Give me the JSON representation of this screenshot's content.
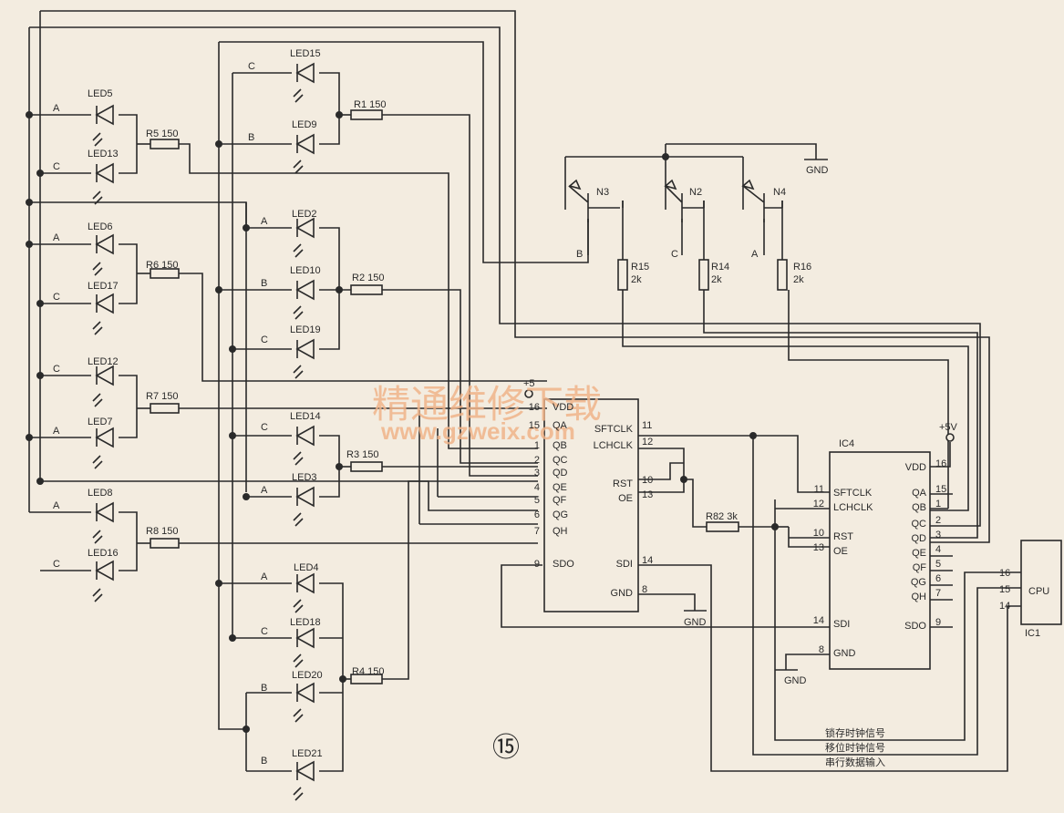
{
  "figure_number": "⑮",
  "watermark": {
    "title": "精通维修下载",
    "url": "www.gzweix.com"
  },
  "resistors": [
    {
      "name": "R1",
      "value": "150"
    },
    {
      "name": "R2",
      "value": "150"
    },
    {
      "name": "R3",
      "value": "150"
    },
    {
      "name": "R4",
      "value": "150"
    },
    {
      "name": "R5",
      "value": "150"
    },
    {
      "name": "R6",
      "value": "150"
    },
    {
      "name": "R7",
      "value": "150"
    },
    {
      "name": "R8",
      "value": "150"
    },
    {
      "name": "R15",
      "value": "2k"
    },
    {
      "name": "R14",
      "value": "2k"
    },
    {
      "name": "R16",
      "value": "2k"
    },
    {
      "name": "R82",
      "value": "3k"
    }
  ],
  "left_leds": [
    {
      "name": "LED5",
      "phase": "A"
    },
    {
      "name": "LED13",
      "phase": "C"
    },
    {
      "name": "LED6",
      "phase": "A"
    },
    {
      "name": "LED17",
      "phase": "C"
    },
    {
      "name": "LED12",
      "phase": "C"
    },
    {
      "name": "LED7",
      "phase": "A"
    },
    {
      "name": "LED8",
      "phase": "A"
    },
    {
      "name": "LED16",
      "phase": "C"
    }
  ],
  "mid_leds": [
    {
      "name": "LED15",
      "phase": "C"
    },
    {
      "name": "LED9",
      "phase": "B"
    },
    {
      "name": "LED2",
      "phase": "A"
    },
    {
      "name": "LED10",
      "phase": "B"
    },
    {
      "name": "LED19",
      "phase": "C"
    },
    {
      "name": "LED14",
      "phase": "C"
    },
    {
      "name": "LED3",
      "phase": "A"
    },
    {
      "name": "LED4",
      "phase": "A"
    },
    {
      "name": "LED18",
      "phase": "C"
    },
    {
      "name": "LED20",
      "phase": "B"
    },
    {
      "name": "LED21",
      "phase": "B"
    }
  ],
  "transistors": [
    {
      "name": "N3",
      "phase": "B"
    },
    {
      "name": "N2",
      "phase": "C"
    },
    {
      "name": "N4",
      "phase": "A"
    }
  ],
  "ic_shift": {
    "power": "+5",
    "left_pins": [
      {
        "num": "16",
        "label": "VDD"
      },
      {
        "num": "15",
        "label": "QA"
      },
      {
        "num": "1",
        "label": "QB"
      },
      {
        "num": "2",
        "label": "QC"
      },
      {
        "num": "3",
        "label": "QD"
      },
      {
        "num": "4",
        "label": "QE"
      },
      {
        "num": "5",
        "label": "QF"
      },
      {
        "num": "6",
        "label": "QG"
      },
      {
        "num": "7",
        "label": "QH"
      },
      {
        "num": "9",
        "label": "SDO"
      }
    ],
    "right_pins": [
      {
        "num": "11",
        "label": "SFTCLK"
      },
      {
        "num": "12",
        "label": "LCHCLK"
      },
      {
        "num": "10",
        "label": "RST"
      },
      {
        "num": "13",
        "label": "OE"
      },
      {
        "num": "14",
        "label": "SDI"
      },
      {
        "num": "8",
        "label": "GND"
      }
    ]
  },
  "ic4": {
    "name": "IC4",
    "power": "+5V",
    "left_pins": [
      {
        "num": "11",
        "label": "SFTCLK"
      },
      {
        "num": "12",
        "label": "LCHCLK"
      },
      {
        "num": "10",
        "label": "RST"
      },
      {
        "num": "13",
        "label": "OE"
      },
      {
        "num": "14",
        "label": "SDI"
      },
      {
        "num": "8",
        "label": "GND"
      }
    ],
    "right_pins": [
      {
        "num": "16",
        "label": "VDD"
      },
      {
        "num": "15",
        "label": "QA"
      },
      {
        "num": "1",
        "label": "QB"
      },
      {
        "num": "2",
        "label": "QC"
      },
      {
        "num": "3",
        "label": "QD"
      },
      {
        "num": "4",
        "label": "QE"
      },
      {
        "num": "5",
        "label": "QF"
      },
      {
        "num": "6",
        "label": "QG"
      },
      {
        "num": "7",
        "label": "QH"
      },
      {
        "num": "9",
        "label": "SDO"
      }
    ]
  },
  "cpu": {
    "label": "CPU",
    "name": "IC1",
    "pins": [
      "16",
      "15",
      "14"
    ]
  },
  "gnd_label": "GND",
  "signals": {
    "latch_clock": "锁存时钟信号",
    "shift_clock": "移位时钟信号",
    "serial_data": "串行数据输入"
  }
}
